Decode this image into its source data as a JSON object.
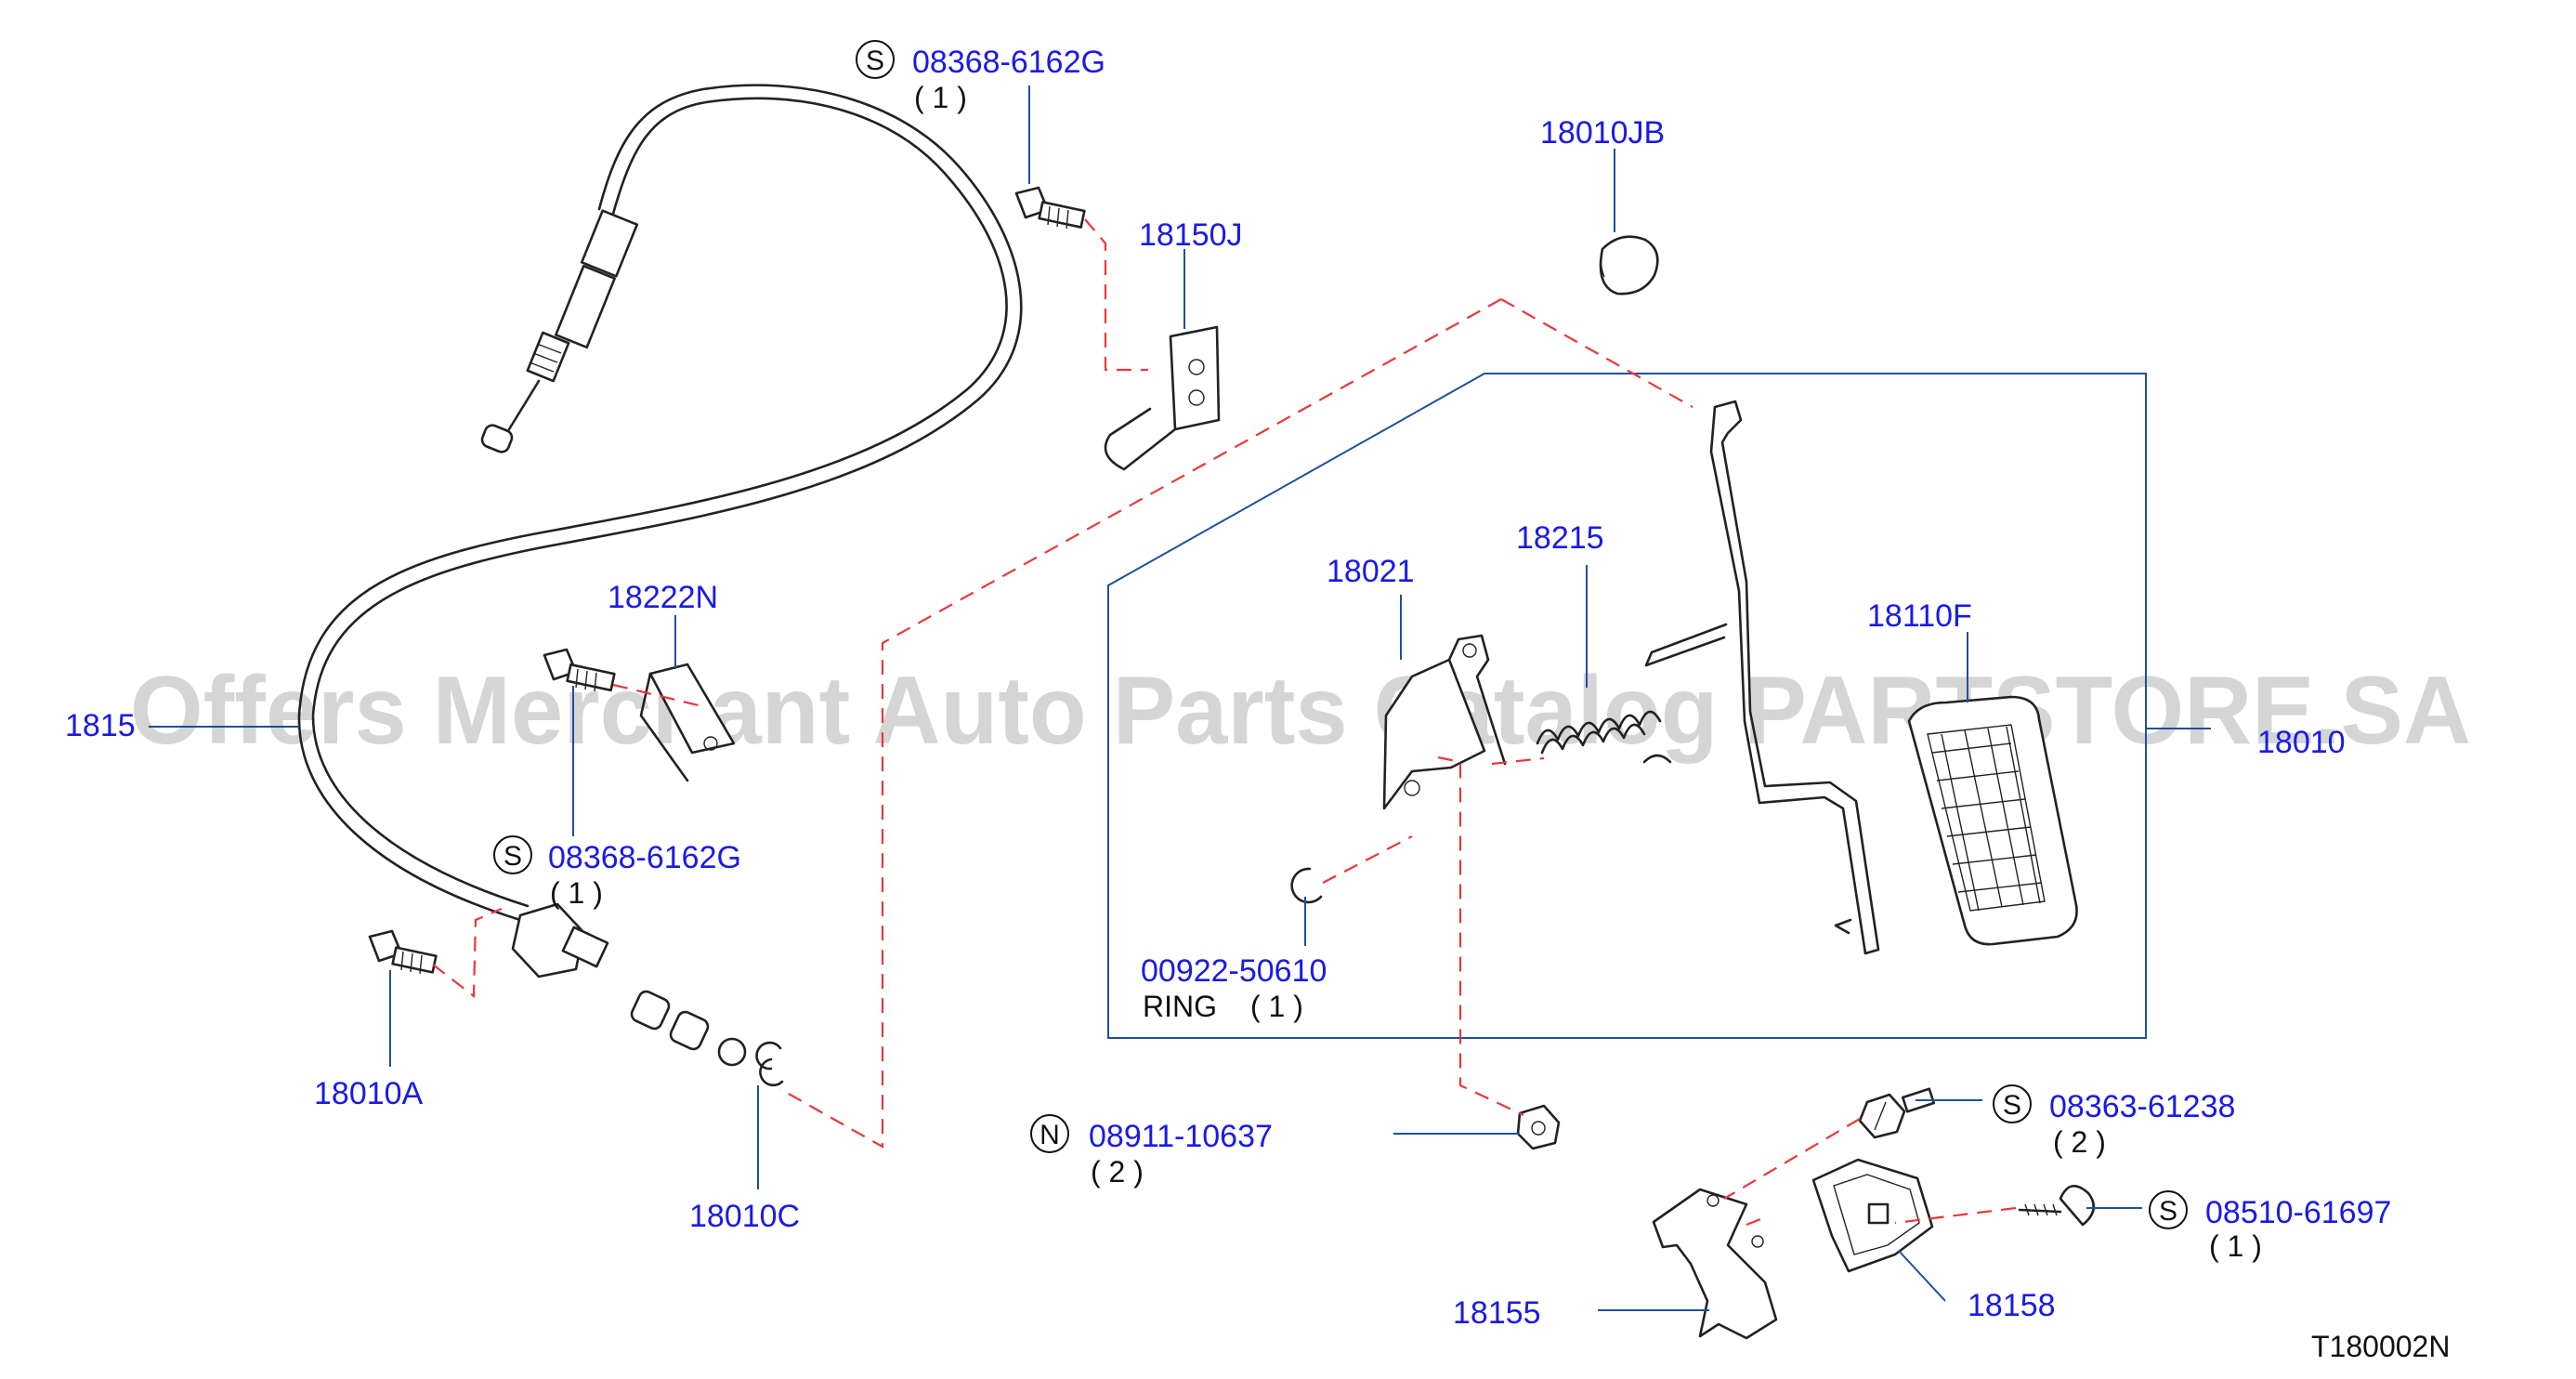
{
  "diagram": {
    "watermark": "Offers Merchant Auto Parts Catalog PARTSTORE.SA",
    "code": "T180002N",
    "labels": {
      "p18150J": "18150J",
      "p18010JB": "18010JB",
      "p18222N": "18222N",
      "p18215": "18215",
      "p18021": "18021",
      "p18110F": "18110F",
      "p1815x": "1815",
      "p18010": "18010",
      "p00922": "00922-50610",
      "ring": "RING",
      "p18010A": "18010A",
      "p18010C": "18010C",
      "p18155": "18155",
      "p18158": "18158"
    },
    "callouts": {
      "s1": {
        "symbol": "S",
        "part": "08368-6162G",
        "qty": "( 1 )"
      },
      "s2": {
        "symbol": "S",
        "part": "08368-6162G",
        "qty": "( 1 )"
      },
      "n1": {
        "symbol": "N",
        "part": "08911-10637",
        "qty": "( 2 )"
      },
      "s3": {
        "symbol": "S",
        "part": "08363-61238",
        "qty": "( 2 )"
      },
      "s4": {
        "symbol": "S",
        "part": "08510-61697",
        "qty": "( 1 )"
      }
    },
    "ring_qty": "( 1 )",
    "colors": {
      "label": "#1a1ae6",
      "leader": "#1e4fa0",
      "dashed": "#e8383b",
      "line": "#222222"
    }
  }
}
